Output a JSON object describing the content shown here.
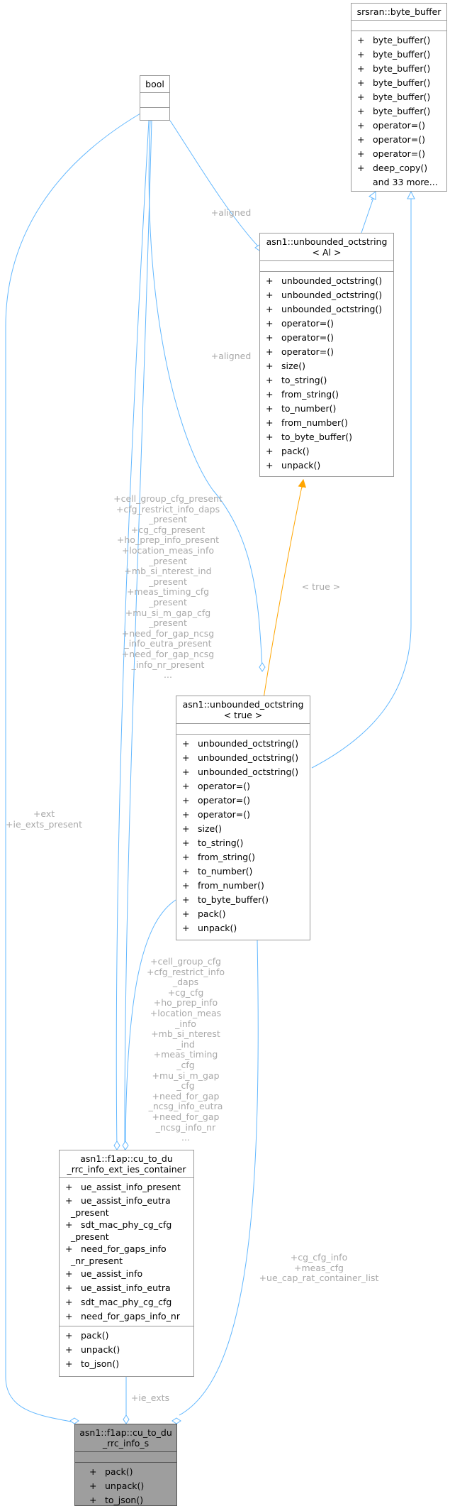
{
  "classes": {
    "byte_buffer": {
      "title": [
        "srsran::byte_buffer"
      ],
      "attributes": [],
      "methods": [
        "byte_buffer()",
        "byte_buffer()",
        "byte_buffer()",
        "byte_buffer()",
        "byte_buffer()",
        "byte_buffer()",
        "operator=()",
        "operator=()",
        "operator=()",
        "deep_copy()"
      ],
      "more": "and 33 more..."
    },
    "bool": {
      "title": [
        "bool"
      ],
      "attributes": [],
      "methods": []
    },
    "octstring_al": {
      "title": [
        "asn1::unbounded_octstring",
        "< Al >"
      ],
      "attributes": [],
      "methods": [
        "unbounded_octstring()",
        "unbounded_octstring()",
        "unbounded_octstring()",
        "operator=()",
        "operator=()",
        "operator=()",
        "size()",
        "to_string()",
        "from_string()",
        "to_number()",
        "from_number()",
        "to_byte_buffer()",
        "pack()",
        "unpack()"
      ]
    },
    "octstring_true": {
      "title": [
        "asn1::unbounded_octstring",
        "< true >"
      ],
      "attributes": [],
      "methods": [
        "unbounded_octstring()",
        "unbounded_octstring()",
        "unbounded_octstring()",
        "operator=()",
        "operator=()",
        "operator=()",
        "size()",
        "to_string()",
        "from_string()",
        "to_number()",
        "from_number()",
        "to_byte_buffer()",
        "pack()",
        "unpack()"
      ]
    },
    "ext_ies_container": {
      "title": [
        "asn1::f1ap::cu_to_du",
        "_rrc_info_ext_ies_container"
      ],
      "attributes": [
        "ue_assist_info_present",
        "ue_assist_info_eutra\n  _present",
        "sdt_mac_phy_cg_cfg\n  _present",
        "need_for_gaps_info\n  _nr_present",
        "ue_assist_info",
        "ue_assist_info_eutra",
        "sdt_mac_phy_cg_cfg",
        "need_for_gaps_info_nr"
      ],
      "methods": [
        "pack()",
        "unpack()",
        "to_json()"
      ]
    },
    "rrc_info_s": {
      "title": [
        "asn1::f1ap::cu_to_du",
        "_rrc_info_s"
      ],
      "attributes": [],
      "methods": [
        "pack()",
        "unpack()",
        "to_json()"
      ]
    }
  },
  "visibility_marker": "+",
  "edge_labels": {
    "aligned_top": [
      "+aligned"
    ],
    "aligned_mid": [
      "+aligned"
    ],
    "true_template": [
      "< true >"
    ],
    "presence_flags": [
      "+cell_group_cfg_present",
      "+cfg_restrict_info_daps",
      "_present",
      "+cg_cfg_present",
      "+ho_prep_info_present",
      "+location_meas_info",
      "_present",
      "+mb_si_nterest_ind",
      "_present",
      "+meas_timing_cfg",
      "_present",
      "+mu_si_m_gap_cfg",
      "_present",
      "+need_for_gap_ncsg",
      "_info_eutra_present",
      "+need_for_gap_ncsg",
      "_info_nr_present",
      "..."
    ],
    "ext": [
      "+ext",
      "+ie_exts_present"
    ],
    "octet_fields": [
      "+cell_group_cfg",
      "+cfg_restrict_info",
      "_daps",
      "+cg_cfg",
      "+ho_prep_info",
      "+location_meas",
      "_info",
      "+mb_si_nterest",
      "_ind",
      "+meas_timing",
      "_cfg",
      "+mu_si_m_gap",
      "_cfg",
      "+need_for_gap",
      "_ncsg_info_eutra",
      "+need_for_gap",
      "_ncsg_info_nr",
      "..."
    ],
    "rat_fields": [
      "+cg_cfg_info",
      "+meas_cfg",
      "+ue_cap_rat_container_list"
    ],
    "ie_exts": [
      "+ie_exts"
    ]
  },
  "colors": {
    "association_edge": "#63b8ff",
    "template_edge": "#ffa500",
    "edge_label": "#a9a9a9",
    "focus_fill": "#9e9e9e",
    "box_border": "#9a9a9a"
  }
}
